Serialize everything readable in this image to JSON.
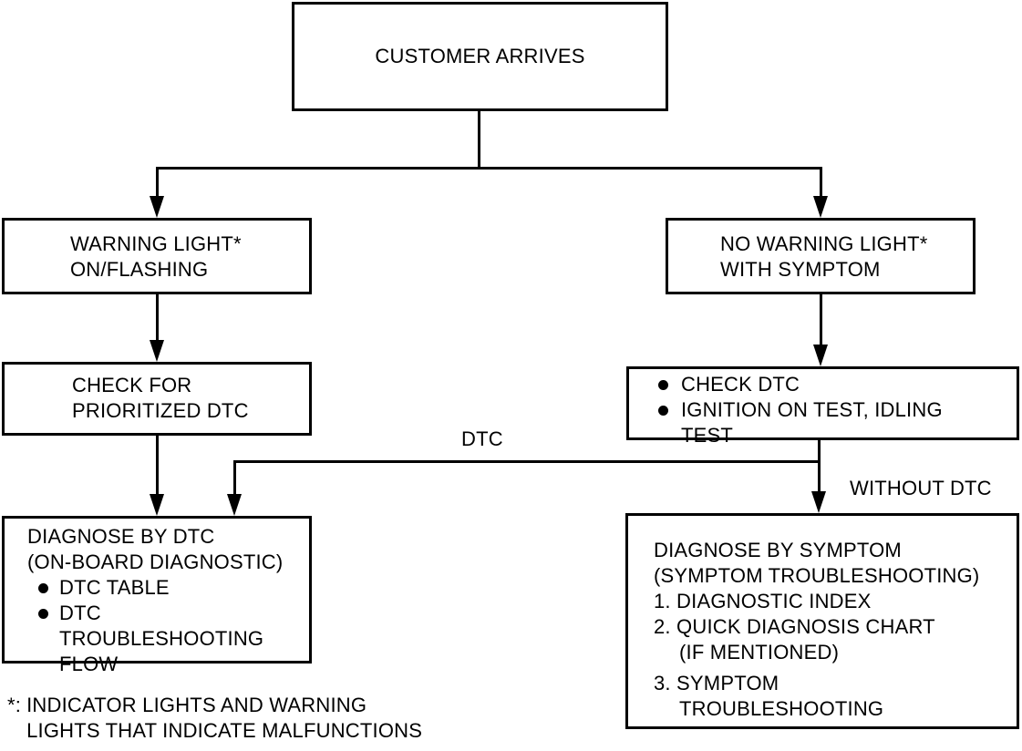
{
  "palette": {
    "background": "#ffffff",
    "ink": "#000000"
  },
  "nodes": {
    "customer_arrives": {
      "label": "CUSTOMER ARRIVES"
    },
    "warning_light": {
      "line1": "WARNING LIGHT*",
      "line2": "ON/FLASHING"
    },
    "no_warning_light": {
      "line1": "NO WARNING LIGHT*",
      "line2": "WITH SYMPTOM"
    },
    "check_prioritized_dtc": {
      "line1": "CHECK FOR",
      "line2": "PRIORITIZED DTC"
    },
    "check_dtc": {
      "bullet1": "CHECK DTC",
      "bullet2_line1": "IGNITION ON TEST, IDLING",
      "bullet2_line2": "TEST"
    },
    "diagnose_by_dtc": {
      "line1": "DIAGNOSE BY DTC",
      "line2": "(ON-BOARD DIAGNOSTIC)",
      "bullet1": "DTC TABLE",
      "bullet2_line1": "DTC",
      "bullet2_line2": "TROUBLESHOOTING",
      "bullet2_line3": "FLOW"
    },
    "diagnose_by_symptom": {
      "line1": "DIAGNOSE BY SYMPTOM",
      "line2": "(SYMPTOM TROUBLESHOOTING)",
      "item1": "1. DIAGNOSTIC INDEX",
      "item2_line1": "2. QUICK DIAGNOSIS CHART",
      "item2_line2": "(IF MENTIONED)",
      "item3_line1": "3. SYMPTOM",
      "item3_line2": "TROUBLESHOOTING"
    }
  },
  "edge_labels": {
    "dtc": "DTC",
    "without_dtc": "WITHOUT DTC"
  },
  "footnote": {
    "marker": "*:",
    "line1": "INDICATOR LIGHTS AND WARNING",
    "line2": "LIGHTS THAT INDICATE MALFUNCTIONS"
  }
}
